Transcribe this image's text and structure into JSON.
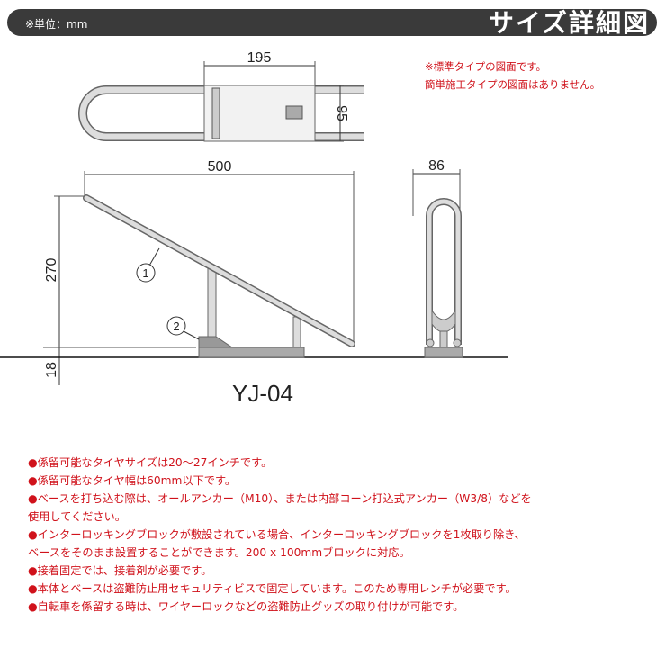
{
  "header": {
    "unit": "※単位：mm",
    "title": "サイズ詳細図"
  },
  "notes": [
    "※標準タイプの図面です。",
    "簡単施工タイプの図面はありません。"
  ],
  "dimensions": {
    "top_width": "195",
    "top_depth": "95",
    "length": "500",
    "height": "270",
    "base": "18",
    "side_width": "86"
  },
  "callouts": [
    "1",
    "2"
  ],
  "model": "YJ-04",
  "bullets": [
    "●係留可能なタイヤサイズは20～27インチです。",
    "●係留可能なタイヤ幅は60mm以下です。",
    "●ベースを打ち込む際は、オールアンカー（M10）、または内部コーン打込式アンカー（W3/8）などを",
    "使用してください。",
    "●インターロッキングブロックが敷設されている場合、インターロッキングブロックを1枚取り除き、",
    "ベースをそのまま設置することができます。200 x 100mmブロックに対応。",
    "●接着固定では、接着剤が必要です。",
    "●本体とベースは盗難防止用セキュリティビスで固定しています。このため専用レンチが必要です。",
    "●自転車を係留する時は、ワイヤーロックなどの盗難防止グッズの取り付けが可能です。"
  ]
}
